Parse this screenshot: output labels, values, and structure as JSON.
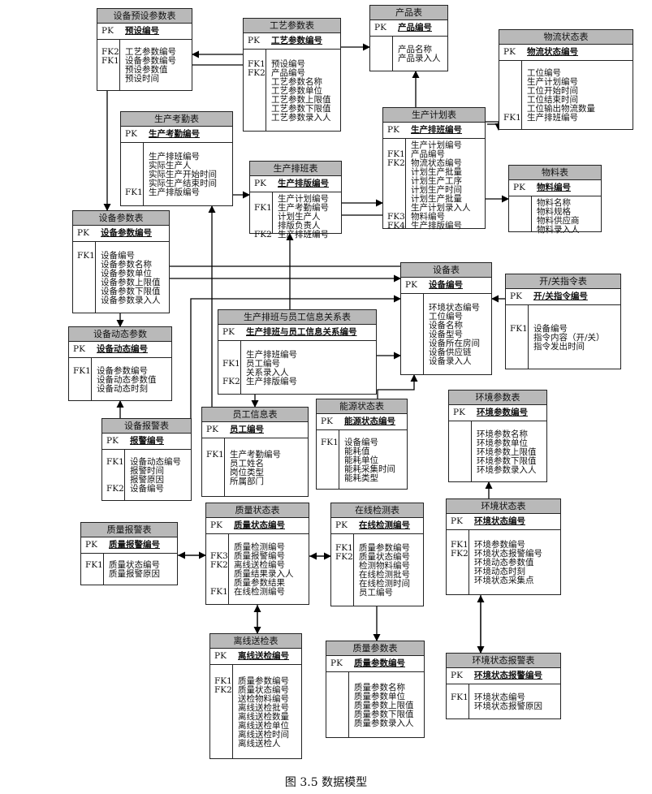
{
  "caption": "图 3.5 数据模型",
  "entities": [
    {
      "id": "e_preset",
      "title": "设备预设参数表",
      "pk": "预设编号",
      "fields": [
        [
          "FK2",
          "工艺参数编号"
        ],
        [
          "FK1",
          "设备参数编号"
        ],
        [
          "",
          "预设参数值"
        ],
        [
          "",
          "预设时间"
        ]
      ]
    },
    {
      "id": "e_craft",
      "title": "工艺参数表",
      "pk": "工艺参数编号",
      "fields": [
        [
          "FK1",
          "预设编号"
        ],
        [
          "FK2",
          "产品编号"
        ],
        [
          "",
          "工艺参数名称"
        ],
        [
          "",
          "工艺参数单位"
        ],
        [
          "",
          "工艺参数上限值"
        ],
        [
          "",
          "工艺参数下限值"
        ],
        [
          "",
          "工艺参数录入人"
        ]
      ]
    },
    {
      "id": "e_product",
      "title": "产品表",
      "pk": "产品编号",
      "fields": [
        [
          "",
          "产品名称"
        ],
        [
          "",
          "产品录入人"
        ]
      ]
    },
    {
      "id": "e_logistics",
      "title": "物流状态表",
      "pk": "物流状态编号",
      "fields": [
        [
          "",
          "工位编号"
        ],
        [
          "",
          "生产计划编号"
        ],
        [
          "",
          "工位开始时间"
        ],
        [
          "",
          "工位结束时间"
        ],
        [
          "",
          "工位输出物流数量"
        ],
        [
          "FK1",
          "生产排班编号"
        ]
      ]
    },
    {
      "id": "e_attend",
      "title": "生产考勤表",
      "pk": "生产考勤编号",
      "fields": [
        [
          "",
          "生产排班编号"
        ],
        [
          "",
          "实际生产人"
        ],
        [
          "",
          "实际生产开始时间"
        ],
        [
          "",
          "实际生产结束时间"
        ],
        [
          "FK1",
          "生产排版编号"
        ]
      ]
    },
    {
      "id": "e_plan",
      "title": "生产计划表",
      "pk": "生产排班编号",
      "fields": [
        [
          "",
          "生产计划编号"
        ],
        [
          "FK1",
          "产品编号"
        ],
        [
          "FK2",
          "物流状态编号"
        ],
        [
          "",
          "计划生产批量"
        ],
        [
          "",
          "计划生产工序"
        ],
        [
          "",
          "计划生产时间"
        ],
        [
          "",
          "计划生产批量"
        ],
        [
          "",
          "生产计划录入人"
        ],
        [
          "FK3",
          "物料编号"
        ],
        [
          "FK4",
          "生产排版编号"
        ]
      ]
    },
    {
      "id": "e_material",
      "title": "物料表",
      "pk": "物料编号",
      "fields": [
        [
          "",
          "物料名称"
        ],
        [
          "",
          "物料规格"
        ],
        [
          "",
          "物料供应商"
        ],
        [
          "",
          "物料录入人"
        ]
      ]
    },
    {
      "id": "e_schedule",
      "title": "生产排班表",
      "pk": "生产排版编号",
      "fields": [
        [
          "",
          "生产计划编号"
        ],
        [
          "FK1",
          "生产考勤编号"
        ],
        [
          "",
          "计划生产人"
        ],
        [
          "",
          "排版负责人"
        ],
        [
          "FK2",
          "生产排班编号"
        ]
      ]
    },
    {
      "id": "e_devparam",
      "title": "设备参数表",
      "pk": "设备参数编号",
      "fields": [
        [
          "FK1",
          "设备编号"
        ],
        [
          "",
          "设备参数名称"
        ],
        [
          "",
          "设备参数单位"
        ],
        [
          "",
          "设备参数上限值"
        ],
        [
          "",
          "设备参数下限值"
        ],
        [
          "",
          "设备参数录入人"
        ]
      ]
    },
    {
      "id": "e_device",
      "title": "设备表",
      "pk": "设备编号",
      "fields": [
        [
          "",
          "环境状态编号"
        ],
        [
          "",
          "工位编号"
        ],
        [
          "",
          "设备名称"
        ],
        [
          "",
          "设备型号"
        ],
        [
          "",
          "设备所在房间"
        ],
        [
          "",
          "设备供应链"
        ],
        [
          "",
          "设备录入人"
        ]
      ]
    },
    {
      "id": "e_switch",
      "title": "开/关指令表",
      "pk": "开/关指令编号",
      "fields": [
        [
          "FK1",
          "设备编号"
        ],
        [
          "",
          "指令内容（开/关）"
        ],
        [
          "",
          "指令发出时间"
        ]
      ]
    },
    {
      "id": "e_dyn",
      "title": "设备动态参数",
      "pk": "设备动态编号",
      "fields": [
        [
          "FK1",
          "设备参数编号"
        ],
        [
          "",
          "设备动态参数值"
        ],
        [
          "",
          "设备动态时刻"
        ]
      ]
    },
    {
      "id": "e_rel",
      "title": "生产排班与员工信息关系表",
      "pk": "生产排班与员工信息关系编号",
      "fields": [
        [
          "",
          "生产排班编号"
        ],
        [
          "FK1",
          "员工编号"
        ],
        [
          "",
          "关系录入人"
        ],
        [
          "FK2",
          "生产排版编号"
        ]
      ]
    },
    {
      "id": "e_envparam",
      "title": "环境参数表",
      "pk": "环境参数编号",
      "fields": [
        [
          "",
          "环境参数名称"
        ],
        [
          "",
          "环境参数单位"
        ],
        [
          "",
          "环境参数上限值"
        ],
        [
          "",
          "环境参数下限值"
        ],
        [
          "",
          "环境参数录入人"
        ]
      ]
    },
    {
      "id": "e_alarm",
      "title": "设备报警表",
      "pk": "报警编号",
      "fields": [
        [
          "FK1",
          "设备动态编号"
        ],
        [
          "",
          "报警时间"
        ],
        [
          "",
          "报警原因"
        ],
        [
          "FK2",
          "设备编号"
        ]
      ]
    },
    {
      "id": "e_staff",
      "title": "员工信息表",
      "pk": "员工编号",
      "fields": [
        [
          "FK1",
          "生产考勤编号"
        ],
        [
          "",
          "员工姓名"
        ],
        [
          "",
          "岗位类型"
        ],
        [
          "",
          "所属部门"
        ]
      ]
    },
    {
      "id": "e_energy",
      "title": "能源状态表",
      "pk": "能源状态编号",
      "fields": [
        [
          "FK1",
          "设备编号"
        ],
        [
          "",
          "能耗值"
        ],
        [
          "",
          "能耗单位"
        ],
        [
          "",
          "能耗采集时间"
        ],
        [
          "",
          "能耗类型"
        ]
      ]
    },
    {
      "id": "e_envstate",
      "title": "环境状态表",
      "pk": "环境状态编号",
      "fields": [
        [
          "FK1",
          "环境参数编号"
        ],
        [
          "FK2",
          "环境状态报警编号"
        ],
        [
          "",
          "环境动态参数值"
        ],
        [
          "",
          "环境动态时刻"
        ],
        [
          "",
          "环境状态采集点"
        ]
      ]
    },
    {
      "id": "e_qalarm",
      "title": "质量报警表",
      "pk": "质量报警编号",
      "fields": [
        [
          "FK1",
          "质量状态编号"
        ],
        [
          "",
          "质量报警原因"
        ]
      ]
    },
    {
      "id": "e_qstate",
      "title": "质量状态表",
      "pk": "质量状态编号",
      "fields": [
        [
          "",
          "质量检测编号"
        ],
        [
          "FK3",
          "质量报警编号"
        ],
        [
          "FK2",
          "离线送检编号"
        ],
        [
          "",
          "质量结果录入人"
        ],
        [
          "",
          "质量参数结果"
        ],
        [
          "FK1",
          "在线检测编号"
        ]
      ]
    },
    {
      "id": "e_online",
      "title": "在线检测表",
      "pk": "在线检测编号",
      "fields": [
        [
          "FK1",
          "质量参数编号"
        ],
        [
          "FK2",
          "质量状态编号"
        ],
        [
          "",
          "检测物料编号"
        ],
        [
          "",
          "在线检测批号"
        ],
        [
          "",
          "在线检测时间"
        ],
        [
          "",
          "员工编号"
        ]
      ]
    },
    {
      "id": "e_offline",
      "title": "离线送检表",
      "pk": "离线送检编号",
      "fields": [
        [
          "FK1",
          "质量参数编号"
        ],
        [
          "FK2",
          "质量状态编号"
        ],
        [
          "",
          "送检物料编号"
        ],
        [
          "",
          "离线送检批号"
        ],
        [
          "",
          "离线送检数量"
        ],
        [
          "",
          "离线送检单位"
        ],
        [
          "",
          "离线送检时间"
        ],
        [
          "",
          "离线送检人"
        ]
      ]
    },
    {
      "id": "e_qparam",
      "title": "质量参数表",
      "pk": "质量参数编号",
      "fields": [
        [
          "",
          "质量参数名称"
        ],
        [
          "",
          "质量参数单位"
        ],
        [
          "",
          "质量参数上限值"
        ],
        [
          "",
          "质量参数下限值"
        ],
        [
          "",
          "质量参数录入人"
        ]
      ]
    },
    {
      "id": "e_envalarm",
      "title": "环境状态报警表",
      "pk": "环境状态报警编号",
      "fields": [
        [
          "FK1",
          "环境状态编号"
        ],
        [
          "",
          "环境状态报警原因"
        ]
      ]
    }
  ]
}
